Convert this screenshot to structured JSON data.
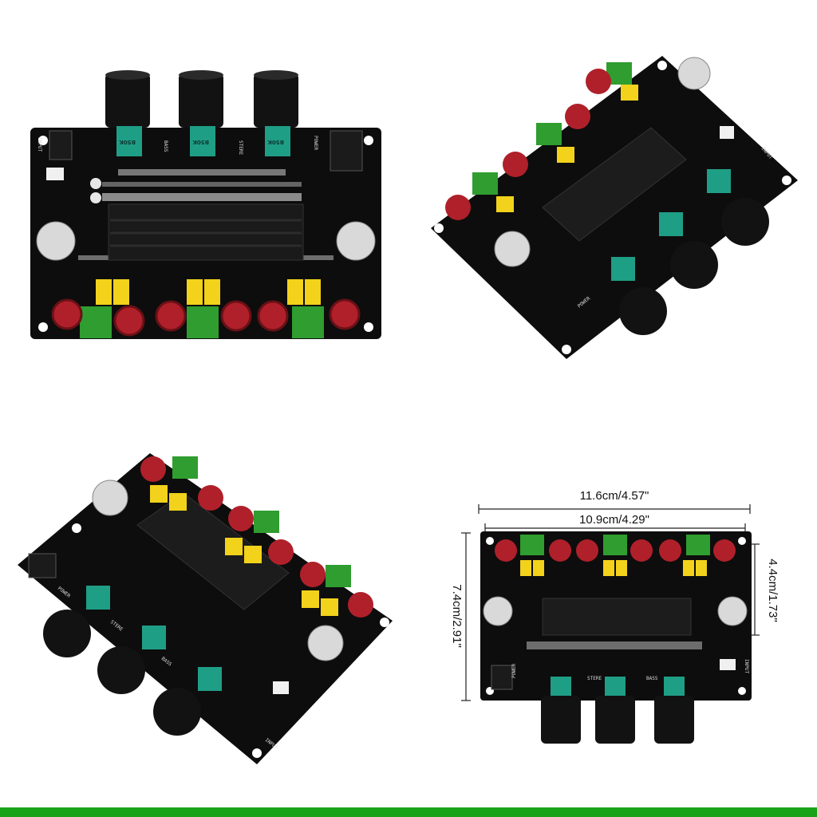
{
  "board": {
    "silkscreen": {
      "input": "INPUT",
      "power": "POWER",
      "bass": "BASS",
      "stere": "STERE",
      "pot_value": "B50K"
    }
  },
  "dimensions": {
    "overall_width": "11.6cm/4.57\"",
    "hole_spacing_width": "10.9cm/4.29\"",
    "overall_height": "7.4cm/2.91\"",
    "hole_spacing_height": "4.4cm/1.73\""
  },
  "colors": {
    "pcb": "#0d0d0d",
    "heatsink": "#1a1a1a",
    "terminal": "#2f9d2f",
    "capacitor": "#f2d21b",
    "inductor": "#b0202a",
    "potentiometer": "#1f9e86",
    "accent_bar": "#1aa31a"
  }
}
